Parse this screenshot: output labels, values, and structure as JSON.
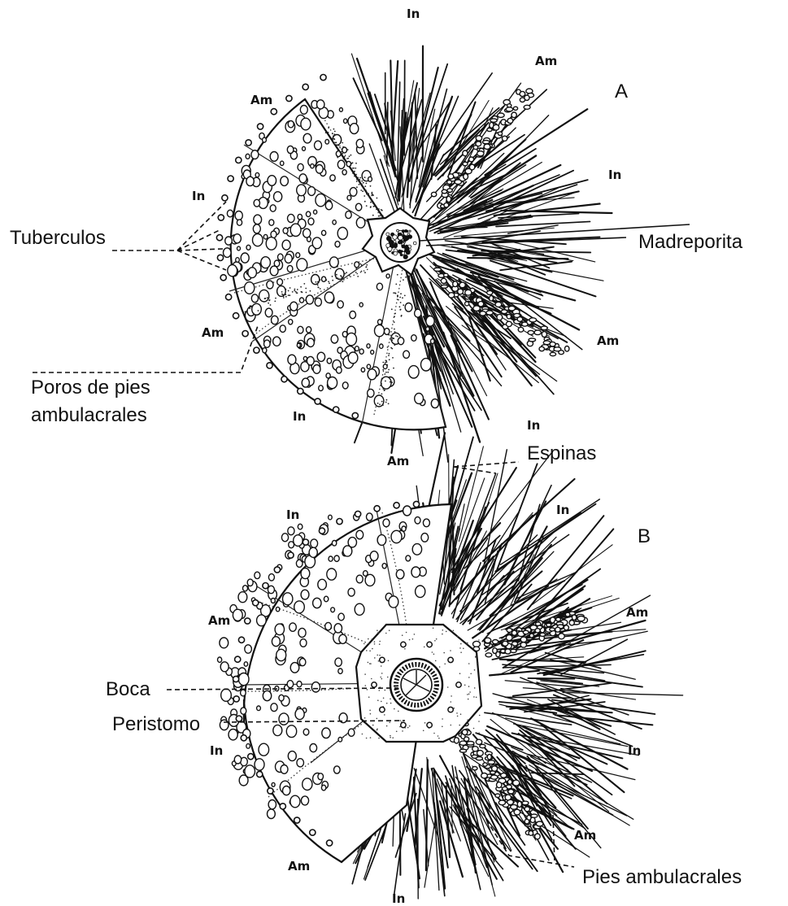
{
  "figure_A": {
    "letter": "A",
    "labels": {
      "tuberculos": "Tuberculos",
      "madreporita": "Madreporita",
      "poros_line1": "Poros de pies",
      "poros_line2": "ambulacrales",
      "espinas": "Espinas"
    },
    "zone_marks": {
      "in_top": "In",
      "am_top_right": "Am",
      "am_top_left": "Am",
      "in_left": "In",
      "in_right": "In",
      "am_left": "Am",
      "am_right": "Am",
      "in_bottom": "In",
      "in_bottom_right": "In",
      "am_bottom": "Am"
    }
  },
  "figure_B": {
    "letter": "B",
    "labels": {
      "boca": "Boca",
      "peristomo": "Peristomo",
      "pies_ambulacrales": "Pies ambulacrales"
    },
    "zone_marks": {
      "in_top": "In",
      "in_top_right": "In",
      "am_left": "Am",
      "am_right": "Am",
      "in_left": "In",
      "in_right": "In",
      "am_bottom_right": "Am",
      "am_bottom_left": "Am",
      "in_bottom": "In"
    }
  },
  "style": {
    "ink": "#111111",
    "paper": "#ffffff"
  }
}
